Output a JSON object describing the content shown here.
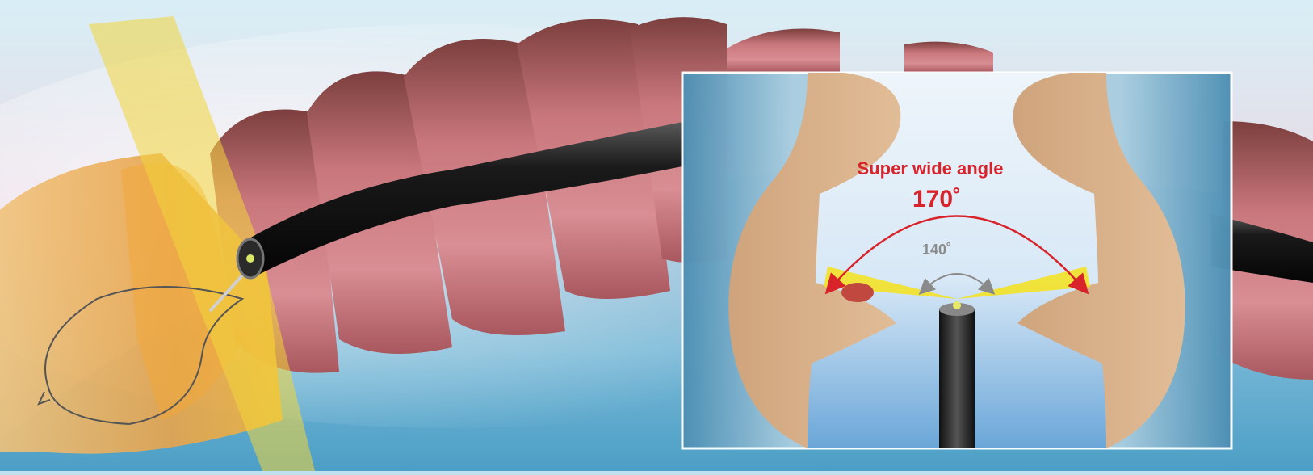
{
  "inset": {
    "title": "Super wide angle",
    "wide_angle": "170˚",
    "standard_angle": "140˚"
  },
  "colors": {
    "accent_red": "#d8232a",
    "standard_gray": "#8a8a8a",
    "light_cone": "#f5e21a",
    "colon_tissue": "#c97a80",
    "endoscope_body": "#1c1c1c"
  }
}
